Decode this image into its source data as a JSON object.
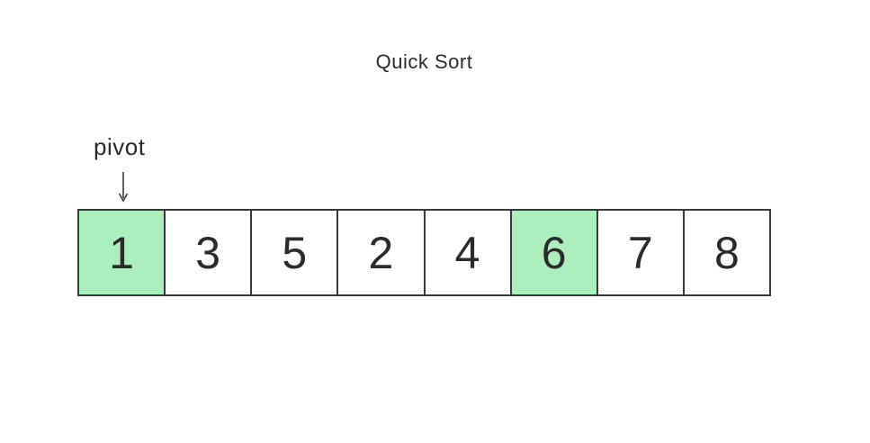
{
  "title": "Quick Sort",
  "pivot": {
    "label": "pivot"
  },
  "array": {
    "cells": [
      {
        "value": "1",
        "highlighted": true
      },
      {
        "value": "3",
        "highlighted": false
      },
      {
        "value": "5",
        "highlighted": false
      },
      {
        "value": "2",
        "highlighted": false
      },
      {
        "value": "4",
        "highlighted": false
      },
      {
        "value": "6",
        "highlighted": true
      },
      {
        "value": "7",
        "highlighted": false
      },
      {
        "value": "8",
        "highlighted": false
      }
    ]
  },
  "colors": {
    "highlight": "#abf0bc",
    "border": "#383838",
    "text": "#2b2b2b",
    "background": "#ffffff"
  }
}
